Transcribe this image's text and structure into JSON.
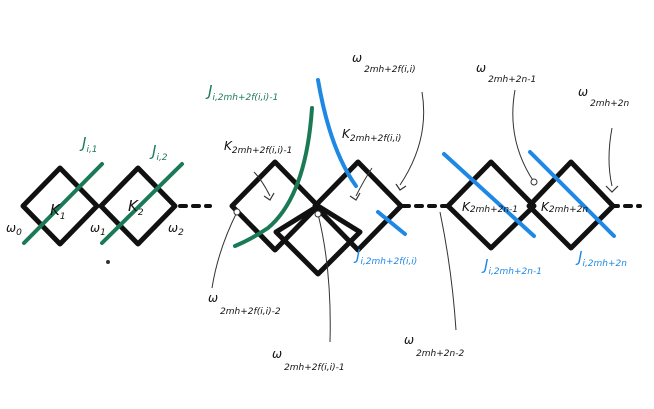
{
  "colors": {
    "ink": "#111111",
    "green": "#1a7a55",
    "blue": "#1e88e5"
  },
  "cells": [
    {
      "id": "k1",
      "label": "K",
      "sub": "1"
    },
    {
      "id": "k2",
      "label": "K",
      "sub": "2"
    },
    {
      "id": "k-mid-left",
      "label": "K",
      "sub": "2mh+2f(i,i)-1"
    },
    {
      "id": "k-mid-right",
      "label": "K",
      "sub": "2mh+2f(i,i)"
    },
    {
      "id": "k-right-1",
      "label": "K",
      "sub": "2mh+2n-1"
    },
    {
      "id": "k-right-2",
      "label": "K",
      "sub": "2mh+2n"
    }
  ],
  "omegas": [
    {
      "id": "w0",
      "main": "ω",
      "sub": "0"
    },
    {
      "id": "w1",
      "main": "ω",
      "sub": "1"
    },
    {
      "id": "w2",
      "main": "ω",
      "sub": "2"
    },
    {
      "id": "w-mid-top",
      "main": "ω",
      "sub": "2mh+2f(i,i)"
    },
    {
      "id": "w-mid-bot-left",
      "main": "ω",
      "sub": "2mh+2f(i,i)-2"
    },
    {
      "id": "w-mid-bot",
      "main": "ω",
      "sub": "2mh+2f(i,i)-1"
    },
    {
      "id": "w-right-1",
      "main": "ω",
      "sub": "2mh+2n-1"
    },
    {
      "id": "w-right-2",
      "main": "ω",
      "sub": "2mh+2n"
    },
    {
      "id": "w-right-bot",
      "main": "ω",
      "sub": "2mh+2n-2"
    }
  ],
  "curves": [
    {
      "id": "j-1",
      "main": "J",
      "sub": "i,1"
    },
    {
      "id": "j-2",
      "main": "J",
      "sub": "i,2"
    },
    {
      "id": "j-mid-green",
      "main": "J",
      "sub": "i,2mh+2f(i,i)-1"
    },
    {
      "id": "j-mid-blue",
      "main": "J",
      "sub": "i,2mh+2f(i,i)"
    },
    {
      "id": "j-right-1",
      "main": "J",
      "sub": "i,2mh+2n-1"
    },
    {
      "id": "j-right-2",
      "main": "J",
      "sub": "i,2mh+2n"
    }
  ]
}
